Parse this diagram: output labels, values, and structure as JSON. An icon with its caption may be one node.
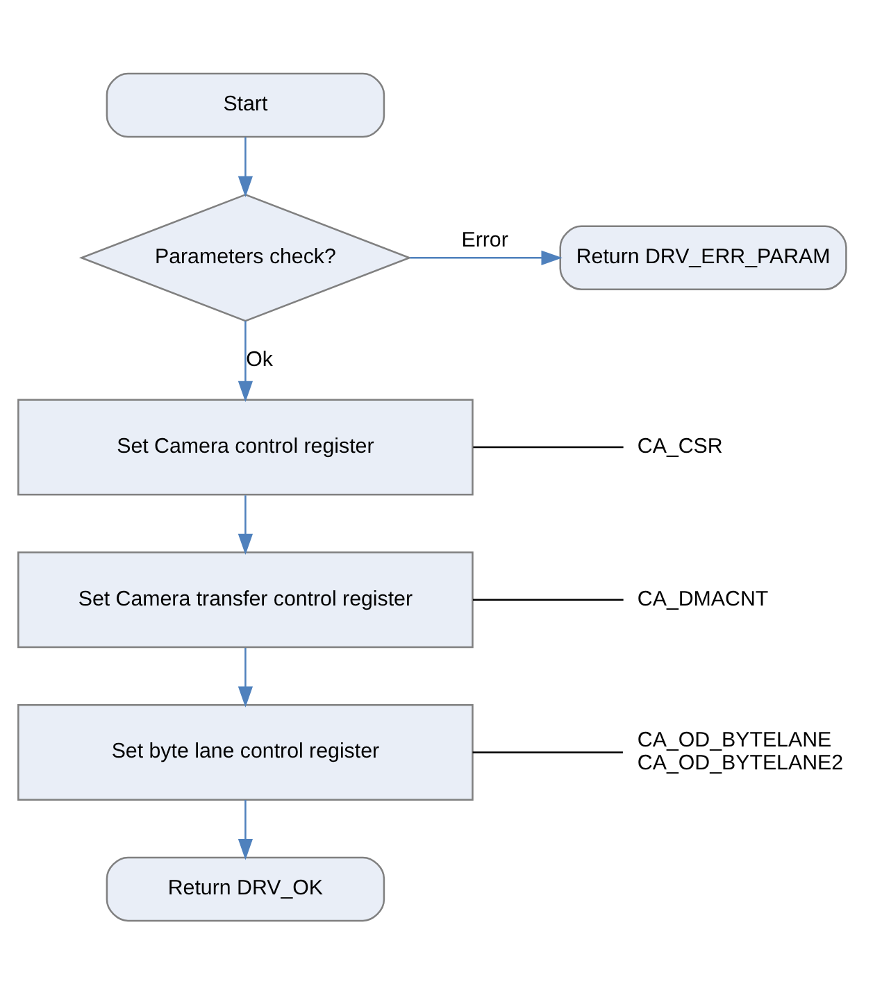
{
  "diagram": {
    "nodes": [
      {
        "text": [
          "Start"
        ]
      },
      {
        "text": [
          "Parameters check?"
        ]
      },
      {
        "text": [
          "Return DRV_ERR_PARAM"
        ]
      },
      {
        "text": [
          "Set Camera control register"
        ]
      },
      {
        "text": [
          "Set Camera transfer control register"
        ]
      },
      {
        "text": [
          "Set byte lane control register"
        ]
      },
      {
        "text": [
          "Return DRV_OK"
        ]
      },
      {
        "text": [
          "CA_CSR"
        ]
      },
      {
        "text": [
          "CA_DMACNT"
        ]
      },
      {
        "text": [
          "CA_OD_BYTELANE",
          "CA_OD_BYTELANE2"
        ]
      }
    ],
    "edges": [
      {
        "from": 0,
        "to": 1,
        "arrow": "to"
      },
      {
        "from": 1,
        "to": 2,
        "arrow": "to",
        "label": "Error"
      },
      {
        "from": 1,
        "to": 3,
        "arrow": "to",
        "label": "Ok"
      },
      {
        "from": 3,
        "to": 4,
        "arrow": "to"
      },
      {
        "from": 4,
        "to": 5,
        "arrow": "to"
      },
      {
        "from": 5,
        "to": 6,
        "arrow": "to"
      },
      {
        "from": 3,
        "to": 7,
        "arrow": "none",
        "color": "#000000"
      },
      {
        "from": 4,
        "to": 8,
        "arrow": "none",
        "color": "#000000"
      },
      {
        "from": 5,
        "to": 9,
        "arrow": "none",
        "color": "#000000"
      }
    ]
  }
}
